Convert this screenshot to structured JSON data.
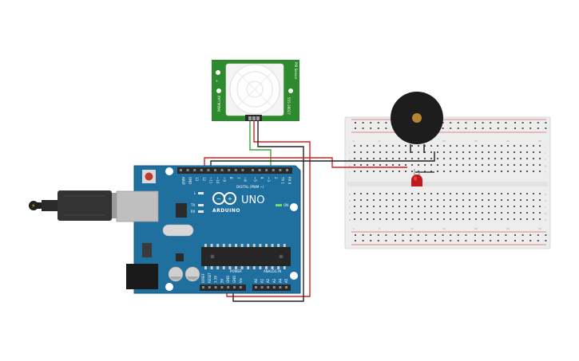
{
  "pir_sensor": {
    "name_label": "PIR Sensor",
    "model_label": "555-28027",
    "maker_label": "PARALLAX",
    "pin_labels": [
      "+",
      "-",
      "-"
    ]
  },
  "arduino": {
    "brand": "ARDUINO",
    "model": "UNO",
    "on_label": "ON",
    "led_l": "L",
    "led_tx": "TX",
    "led_rx": "RX",
    "digital_label": "DIGITAL (PWM ~)",
    "power_label": "POWER",
    "analog_label": "ANALOG IN",
    "top_pin_labels": [
      "AREF",
      "GND",
      "13",
      "12",
      "~11",
      "~10",
      "~9",
      "8",
      "7",
      "~6",
      "~5",
      "4",
      "~3",
      "2",
      "TX 1",
      "RX 0"
    ],
    "power_pin_labels": [
      "IOREF",
      "RESET",
      "3.3V",
      "5V",
      "GND",
      "GND",
      "Vin"
    ],
    "analog_pin_labels": [
      "A0",
      "A1",
      "A2",
      "A3",
      "A4",
      "A5"
    ]
  },
  "breadboard": {
    "columns": 30,
    "row_letters_top": [
      "j",
      "i",
      "h",
      "g",
      "f"
    ],
    "row_letters_bottom": [
      "e",
      "d",
      "c",
      "b",
      "a"
    ],
    "number_labels": [
      "1",
      "5",
      "10",
      "15",
      "20",
      "25",
      "30"
    ]
  },
  "components": {
    "buzzer": "piezo",
    "led_color": "#c0191b"
  },
  "colors": {
    "wire_red": "#d4201f",
    "wire_black": "#222222",
    "wire_green": "#3aa53a",
    "board_blue": "#1f6f9f",
    "pir_green": "#2d8a2d"
  },
  "icons": {
    "usb_cable": "usb-plug-icon",
    "power_jack": "dc-jack-icon",
    "reset": "reset-button-icon",
    "logo": "arduino-infinity-icon"
  }
}
